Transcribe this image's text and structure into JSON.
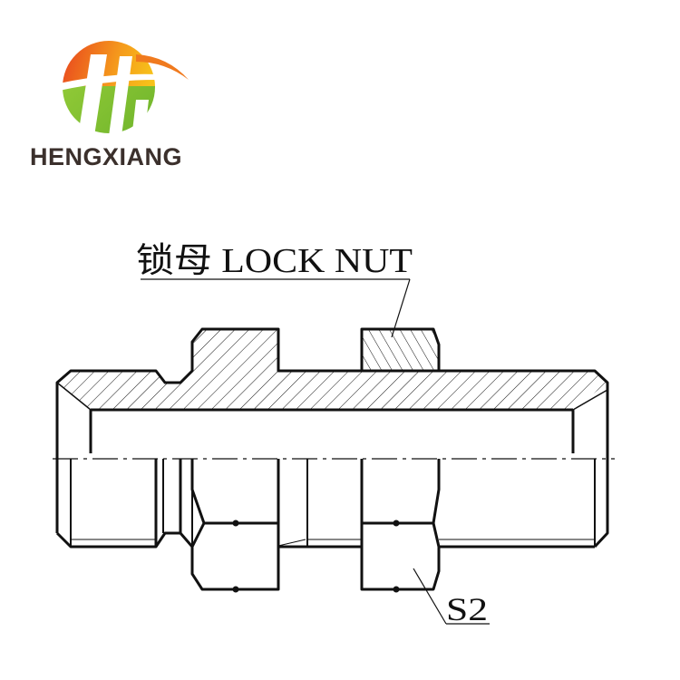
{
  "logo": {
    "brand_name": "HENGXIANG",
    "colors": {
      "orange": "#f26a1b",
      "yellow": "#f7c21a",
      "green": "#8dc63f",
      "text": "#3b302c"
    }
  },
  "drawing": {
    "lock_nut_label": "锁母 LOCK NUT",
    "s2_label": "S2"
  }
}
